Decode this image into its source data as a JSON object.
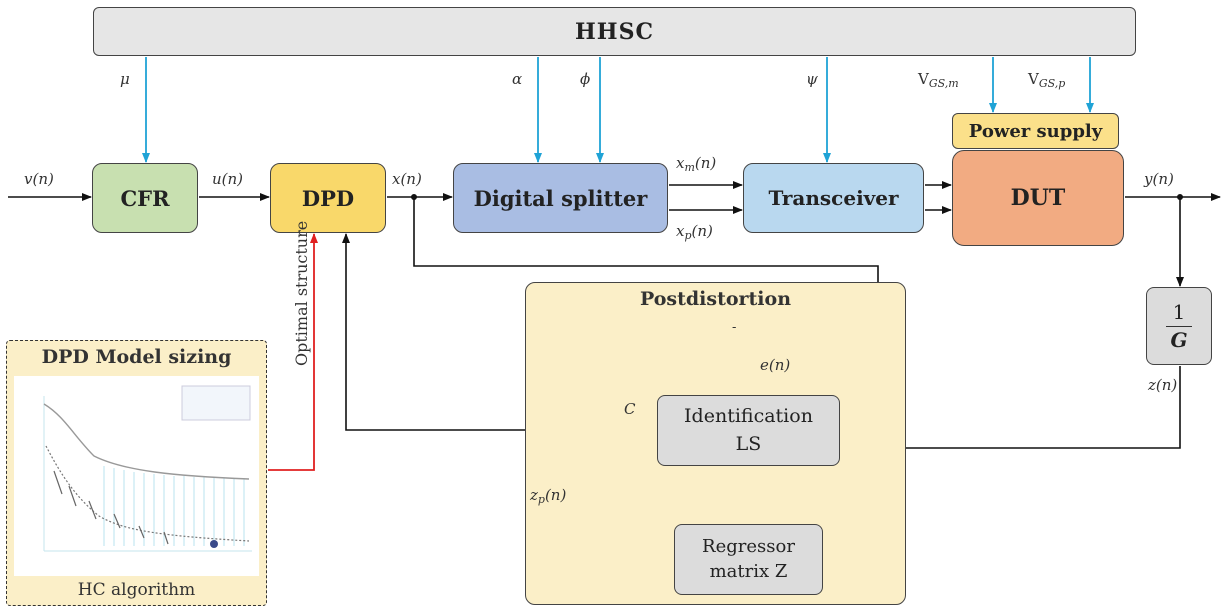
{
  "blocks": {
    "hhsc": "HHSC",
    "cfr": "CFR",
    "dpd": "DPD",
    "splitter": "Digital splitter",
    "transceiver": "Transceiver",
    "power_supply": "Power supply",
    "dut": "DUT",
    "postdistortion_title": "Postdistortion",
    "identification_line1": "Identification",
    "identification_line2": "LS",
    "regressor_line1": "Regressor",
    "regressor_line2": "matrix Z",
    "gain_numerator": "1",
    "gain_denominator": "G"
  },
  "signals": {
    "v": "v(n)",
    "u": "u(n)",
    "x": "x(n)",
    "xm": "x",
    "xm_sub": "m",
    "xm_tail": "(n)",
    "xp": "x",
    "xp_sub": "p",
    "xp_tail": "(n)",
    "y": "y(n)",
    "z": "z(n)",
    "e": "e(n)",
    "c": "C",
    "zp": "z",
    "zp_sub": "p",
    "zp_tail": "(n)",
    "mu": "μ",
    "alpha": "α",
    "phi": "ϕ",
    "psi": "ψ",
    "vgsm": "V",
    "vgsm_sub": "GS,m",
    "vgsp": "V",
    "vgsp_sub": "GS,p",
    "minus": "-",
    "plus": "+"
  },
  "sizing": {
    "title": "DPD Model sizing",
    "footer": "HC algorithm",
    "optimal_label": "Optimal structure"
  },
  "colors": {
    "control_line": "#1fa3d6",
    "optimal_line": "#e02020",
    "wire": "#111111"
  }
}
